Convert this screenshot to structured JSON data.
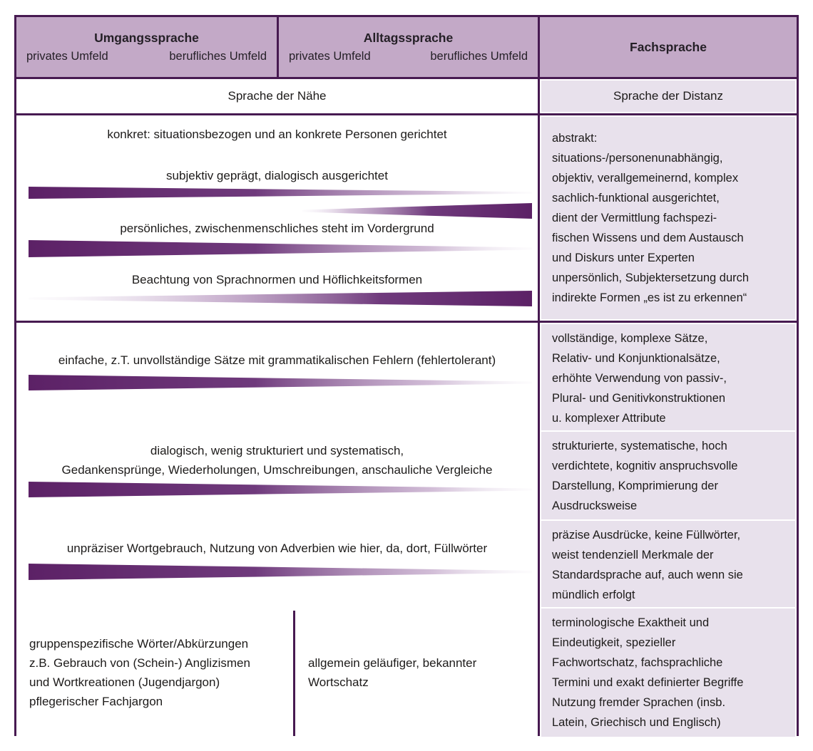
{
  "table": {
    "header": {
      "col1": {
        "title": "Umgangssprache",
        "sub_left": "privates Umfeld",
        "sub_right": "berufliches Umfeld"
      },
      "col2": {
        "title": "Alltagssprache",
        "sub_left": "privates Umfeld",
        "sub_right": "berufliches Umfeld"
      },
      "col3": {
        "title": "Fachsprache"
      }
    },
    "register_row": {
      "left": "Sprache der Nähe",
      "right": "Sprache der Distanz"
    },
    "row_pragmatics": {
      "left_items": [
        "konkret: situationsbezogen und an konkrete Personen gerichtet",
        "subjektiv geprägt, dialogisch ausgerichtet",
        "persönliches, zwischenmenschliches steht im Vordergrund",
        "Beachtung von Sprachnormen und Höflichkeitsformen"
      ],
      "right": "abstrakt:\nsituations-/personenunabhängig,\nobjektiv, verallgemeinernd, komplex\nsachlich-funktional ausgerichtet,\ndient der Vermittlung fachspezi-\nfischen Wissens und dem Austausch\nund Diskurs unter Experten\nunpersönlich, Subjektersetzung durch\nindirekte Formen „es ist zu erkennen“"
    },
    "row_syntax": {
      "left": "einfache, z.T. unvollständige Sätze mit grammatikalischen Fehlern (fehlertolerant)",
      "right": "vollständige, komplexe Sätze,\nRelativ- und Konjunktionalsätze,\nerhöhte Verwendung von passiv-,\nPlural- und Genitivkonstruktionen\nu. komplexer Attribute"
    },
    "row_structure": {
      "left": "dialogisch, wenig strukturiert und systematisch,\nGedankensprünge, Wiederholungen, Umschreibungen, anschauliche Vergleiche",
      "right": "strukturierte, systematische, hoch\nverdichtete, kognitiv anspruchsvolle\nDarstellung, Komprimierung der\nAusdrucksweise"
    },
    "row_precision": {
      "left": "unpräziser Wortgebrauch, Nutzung von Adverbien wie hier, da, dort, Füllwörter",
      "right": "präzise Ausdrücke, keine Füllwörter,\nweist tendenziell Merkmale der\nStandardsprache auf, auch wenn sie\nmündlich erfolgt"
    },
    "row_lexicon": {
      "left": "gruppenspezifische Wörter/Abkürzungen\nz.B. Gebrauch von (Schein-) Anglizismen\nund Wortkreationen (Jugendjargon)\npflegerischer Fachjargon",
      "middle": "allgemein geläufiger, bekannter\nWortschatz",
      "right": "terminologische Exaktheit und\nEindeutigkeit, spezieller\nFachwortschatz, fachsprachliche\nTermini und exakt definierter Begriffe\nNutzung fremder Sprachen (insb.\nLatein, Griechisch und Englisch)"
    },
    "colors": {
      "header_fill": "#c3a9c7",
      "light_fill": "#e8e1ec",
      "border": "#471a51",
      "wedge_dark": "#5c2166",
      "text": "#1d1b1a"
    }
  }
}
